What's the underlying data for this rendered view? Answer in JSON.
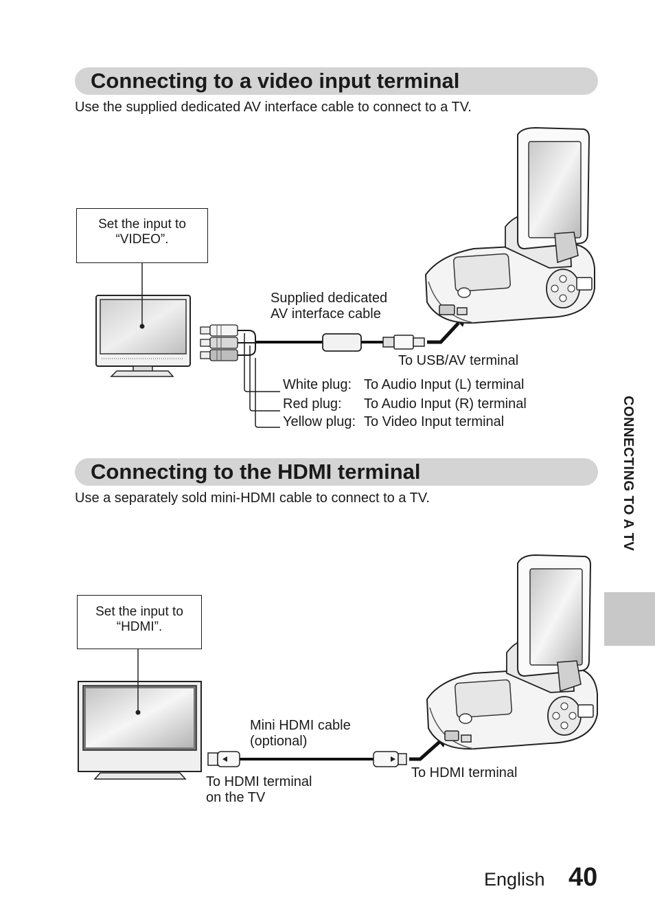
{
  "section1": {
    "title": "Connecting to a video input terminal",
    "intro": "Use the supplied dedicated AV interface cable to connect to a TV.",
    "callout": [
      "Set the input to",
      "“VIDEO”."
    ],
    "cable_label": [
      "Supplied dedicated",
      "AV interface cable"
    ],
    "camera_terminal_label": "To USB/AV terminal",
    "plugs": [
      {
        "name": "White plug:",
        "dest": "To Audio Input (L) terminal"
      },
      {
        "name": "Red plug:",
        "dest": "To Audio Input (R) terminal"
      },
      {
        "name": "Yellow plug:",
        "dest": "To Video Input terminal"
      }
    ]
  },
  "section2": {
    "title": "Connecting to the HDMI terminal",
    "intro": "Use a separately sold mini-HDMI cable to connect to a TV.",
    "callout": [
      "Set the input to",
      "“HDMI”."
    ],
    "cable_label": [
      "Mini HDMI cable",
      "(optional)"
    ],
    "tv_terminal_label": [
      "To HDMI terminal",
      "on the TV"
    ],
    "camera_terminal_label": "To HDMI terminal"
  },
  "side_tab": "CONNECTING TO A TV",
  "footer": {
    "language": "English",
    "page_number": "40"
  }
}
